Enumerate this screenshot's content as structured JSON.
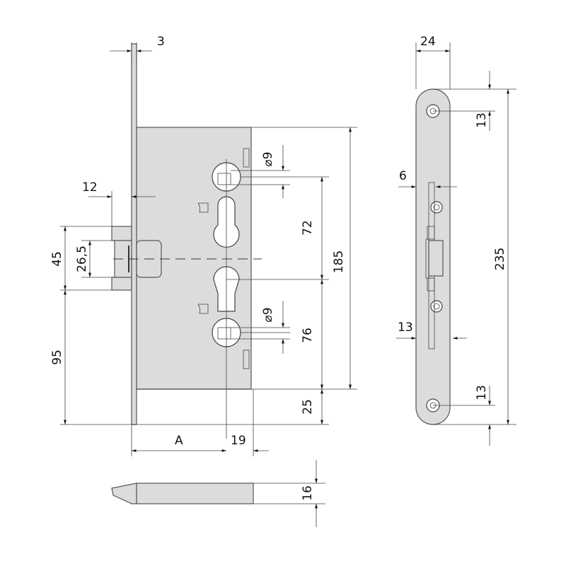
{
  "dimensions": {
    "faceplate_thickness": "3",
    "latch_projection": "12",
    "latch_height_total": "45",
    "latch_height": "26,5",
    "latch_from_bottom": "95",
    "backset": "A",
    "follower_offset": "19",
    "follower_square_top": "⌀9",
    "follower_square_bottom": "⌀9",
    "upper_spacing": "72",
    "lock_height": "185",
    "lower_spacing": "76",
    "bottom_offset": "25",
    "lock_depth": "16",
    "strike_width": "24",
    "strike_top_screw": "13",
    "strike_latch_offset": "6",
    "strike_opening": "13",
    "strike_length": "235",
    "strike_bottom_screw": "13"
  }
}
